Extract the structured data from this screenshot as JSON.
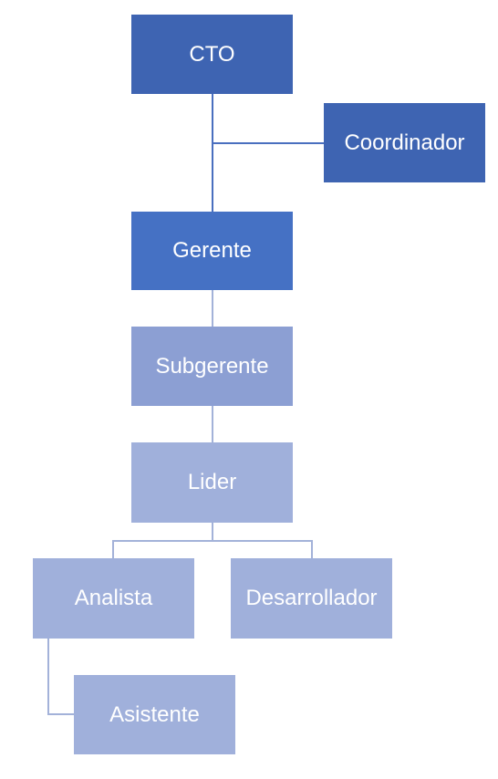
{
  "colors": {
    "dark": "#3e64b2",
    "medium": "#4571c4",
    "light": "#8c9fd3",
    "lighter": "#a0b0db",
    "connector_dark": "#4a6fbf",
    "connector_light": "#a3b2d9"
  },
  "nodes": {
    "cto": "CTO",
    "coordinador": "Coordinador",
    "gerente": "Gerente",
    "subgerente": "Subgerente",
    "lider": "Lider",
    "analista": "Analista",
    "desarrollador": "Desarrollador",
    "asistente": "Asistente"
  }
}
